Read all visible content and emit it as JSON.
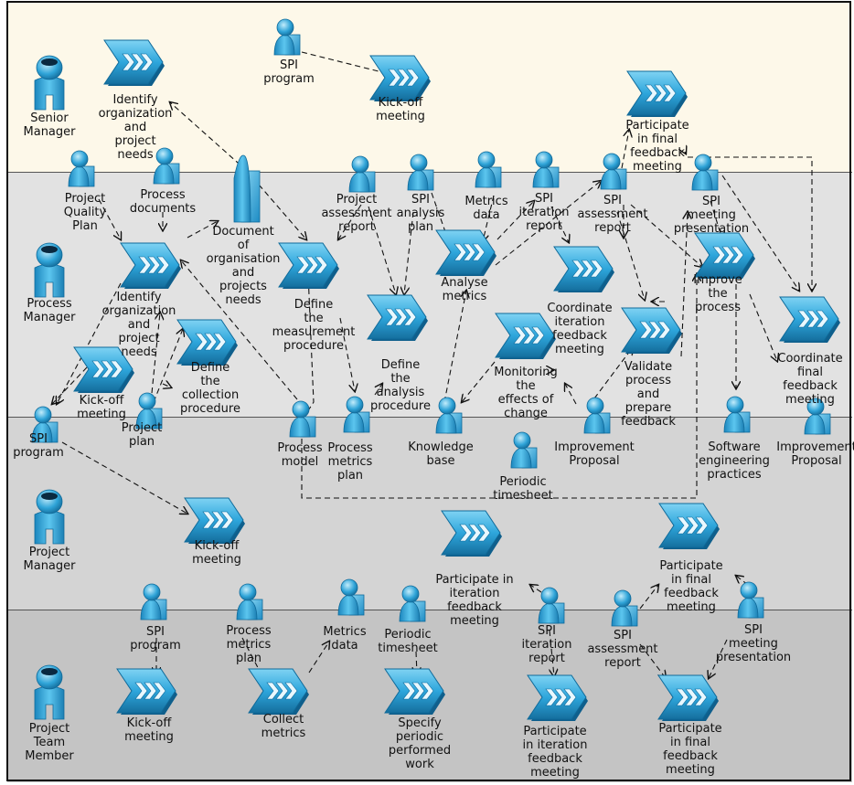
{
  "lanes": [
    {
      "id": "senior",
      "actor": "Senior\nManager",
      "fill": "#fdf8e9"
    },
    {
      "id": "process",
      "actor": "Process\nManager",
      "fill": "#e2e2e2"
    },
    {
      "id": "project",
      "actor": "Project\nManager",
      "fill": "#d4d4d4"
    },
    {
      "id": "team",
      "actor": "Project\nTeam\nMember",
      "fill": "#c4c4c4"
    }
  ],
  "nodes": {
    "n1": "SPI\nprogram",
    "n2": "Kick-off\nmeeting",
    "n3": "Identify\norganization\nand\nproject\nneeds",
    "n4": "Participate\nin final\nfeedback\nmeeting",
    "n5": "Project\nQuality\nPlan",
    "n6": "Process\ndocuments",
    "n7": "Document\nof\norganisation\nand\nprojects\nneeds",
    "n8": "Project\nassessment\nreport",
    "n9": "SPI\nanalysis\nplan",
    "n10": "Metrics\ndata",
    "n11": "SPI\niteration\nreport",
    "n12": "SPI\nassessment\nreport",
    "n13": "SPI\nmeeting\npresentation",
    "n14": "Identify\norganization\nand\nproject\nneeds",
    "n15": "Define\nthe\nmeasurement\nprocedure",
    "n16": "Analyse\nmetrics",
    "n17": "Coordinate\niteration\nfeedback\nmeeting",
    "n18": "Improve\nthe\nprocess",
    "n19": "Coordinate\nfinal\nfeedback\nmeeting",
    "n20": "Define\nthe\nanalysis\nprocedure",
    "n21": "Monitoring\nthe\neffects of\nchange",
    "n22": "Validate\nprocess\nand\nprepare\nfeedback",
    "n23": "Kick-off\nmeeting",
    "n24": "Define\nthe\ncollection\nprocedure",
    "n25": "SPI\nprogram",
    "n26": "Project\nplan",
    "n27": "Process\nmodel",
    "n28": "Process\nmetrics\nplan",
    "n29": "Knowledge\nbase",
    "n30": "Improvement\nProposal",
    "n31": "Software\nengineering\npractices",
    "n32": "Improvement\nProposal",
    "n33": "Periodic\ntimesheet",
    "n34": "Kick-off\nmeeting",
    "n35": "Participate in\niteration\nfeedback\nmeeting",
    "n36": "Participate\nin final\nfeedback\nmeeting",
    "n37": "SPI\nprogram",
    "n38": "Process\nmetrics\nplan",
    "n39": "Metrics\ndata",
    "n40": "Periodic\ntimesheet",
    "n41": "SPI\niteration\nreport",
    "n42": "SPI\nassessment\nreport",
    "n43": "SPI\nmeeting\npresentation",
    "n44": "Kick-off\nmeeting",
    "n45": "Collect\nmetrics",
    "n46": "Specify\nperiodic\nperformed\nwork",
    "n47": "Participate\nin iteration\nfeedback\nmeeting",
    "n48": "Participate\nin final\nfeedback\nmeeting"
  }
}
